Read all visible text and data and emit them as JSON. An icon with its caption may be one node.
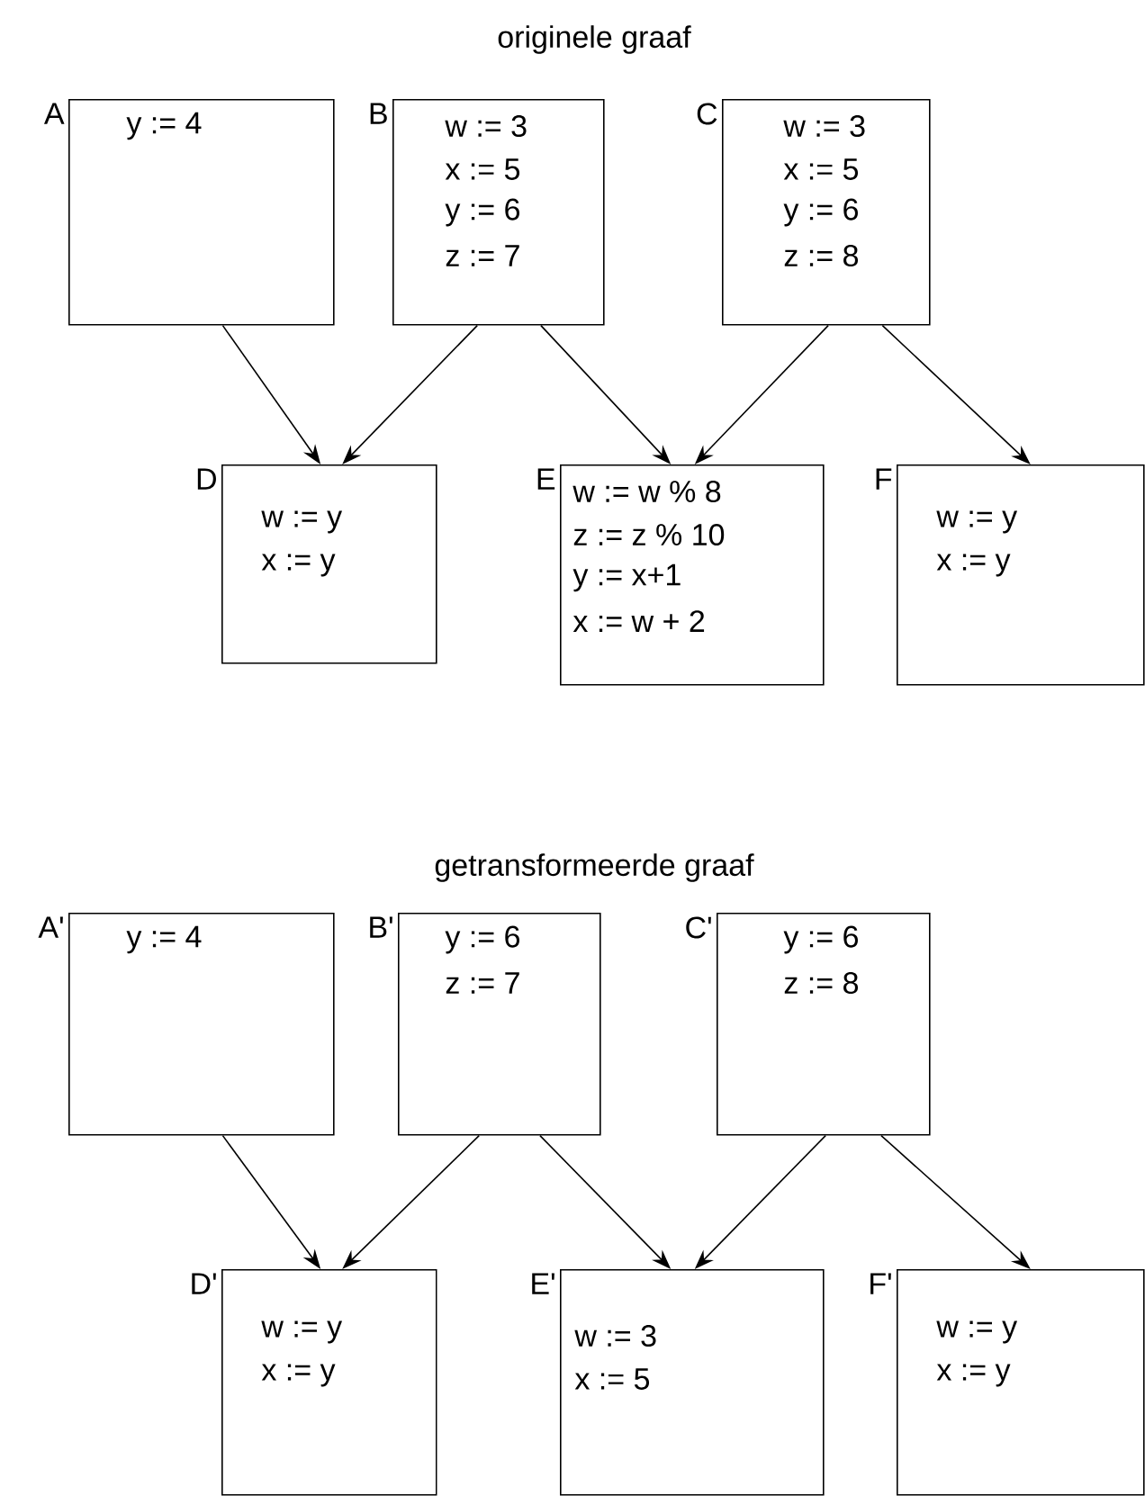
{
  "diagram": {
    "title": "originele graaf",
    "nodes": [
      {
        "text": [
          "y := 4"
        ],
        "beside": [
          "A"
        ]
      },
      {
        "text": [
          "w := 3",
          "x := 5",
          "y := 6",
          "z := 7"
        ],
        "beside": [
          "B"
        ]
      },
      {
        "text": [
          "w := 3",
          "x := 5",
          "y := 6",
          "z := 8"
        ],
        "beside": [
          "C"
        ]
      },
      {
        "text": [
          "w := y",
          "x := y"
        ],
        "beside": [
          "D"
        ]
      },
      {
        "text": [
          "w := w % 8",
          "z := z % 10",
          "y := x+1",
          "x := w + 2"
        ],
        "beside": [
          "E"
        ]
      },
      {
        "text": [
          "w := y",
          "x := y"
        ],
        "beside": [
          "F"
        ]
      },
      {
        "text": [
          "y := 4"
        ],
        "beside": [
          "A'"
        ]
      },
      {
        "text": [
          "y := 6",
          "z := 7"
        ],
        "beside": [
          "B'"
        ]
      },
      {
        "text": [
          "y := 6",
          "z := 8"
        ],
        "beside": [
          "C'"
        ]
      },
      {
        "text": [
          "w := y",
          "x := y"
        ],
        "beside": [
          "D'"
        ]
      },
      {
        "text": [
          "w := 3",
          "x := 5"
        ],
        "beside": [
          "E'"
        ]
      },
      {
        "text": [
          "w := y",
          "x := y"
        ],
        "beside": [
          "F'"
        ]
      }
    ],
    "edges": [
      {
        "from": 0,
        "to": 3,
        "arrow": "to"
      },
      {
        "from": 1,
        "to": 3,
        "arrow": "to"
      },
      {
        "from": 1,
        "to": 4,
        "arrow": "to"
      },
      {
        "from": 2,
        "to": 4,
        "arrow": "to"
      },
      {
        "from": 2,
        "to": 5,
        "arrow": "to"
      },
      {
        "from": 6,
        "to": 9,
        "arrow": "to"
      },
      {
        "from": 7,
        "to": 9,
        "arrow": "to"
      },
      {
        "from": 7,
        "to": 10,
        "arrow": "to"
      },
      {
        "from": 8,
        "to": 10,
        "arrow": "to"
      },
      {
        "from": 8,
        "to": 11,
        "arrow": "to"
      }
    ],
    "labels": [
      "getransformeerde graaf"
    ]
  }
}
